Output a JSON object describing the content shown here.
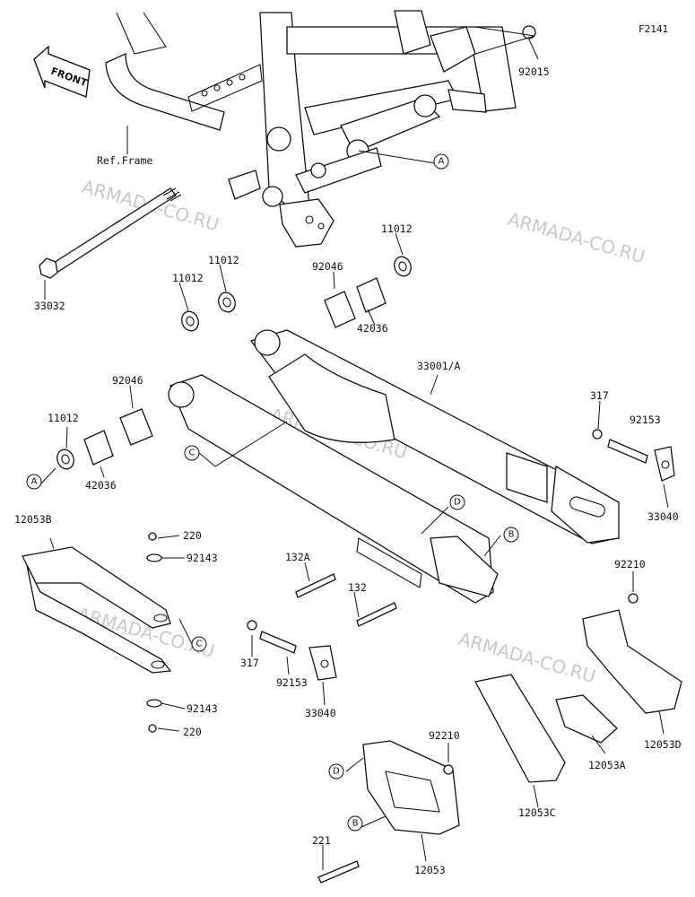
{
  "figure_code": "F2141",
  "front_label": "FRONT",
  "ref_frame": "Ref.Frame",
  "watermark": "ARMADA-CO.RU",
  "parts": {
    "p92015": "92015",
    "p33032": "33032",
    "p11012_a": "11012",
    "p11012_b": "11012",
    "p11012_c": "11012",
    "p11012_d": "11012",
    "p92046_a": "92046",
    "p92046_b": "92046",
    "p42036_a": "42036",
    "p42036_b": "42036",
    "p33001A": "33001/A",
    "p317_a": "317",
    "p317_b": "317",
    "p92153_a": "92153",
    "p92153_b": "92153",
    "p33040_a": "33040",
    "p33040_b": "33040",
    "p12053B": "12053B",
    "p220_a": "220",
    "p220_b": "220",
    "p92143_a": "92143",
    "p92143_b": "92143",
    "p132A": "132A",
    "p132": "132",
    "p92210_a": "92210",
    "p92210_b": "92210",
    "p12053D": "12053D",
    "p12053A": "12053A",
    "p12053C": "12053C",
    "p12053": "12053",
    "p221": "221"
  },
  "callouts": {
    "A": "A",
    "B": "B",
    "C": "C",
    "D": "D"
  }
}
